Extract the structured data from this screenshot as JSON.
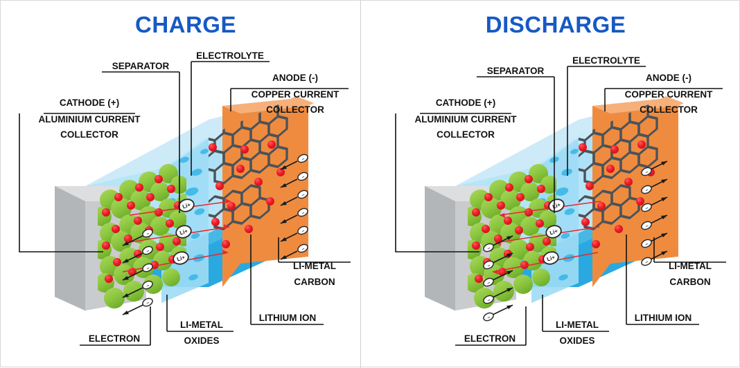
{
  "image": {
    "kind": "lithium-ion-battery-diagram",
    "divider": true,
    "border_color": "#d8d8d8"
  },
  "colors": {
    "title": "#1659c4",
    "label_text": "#111111",
    "aluminium_front": "#c9cbcd",
    "aluminium_top": "#dcdee0",
    "aluminium_side": "#b3b6b9",
    "copper_front": "#ef8b3f",
    "copper_top": "#f7b07a",
    "copper_side": "#e0762c",
    "electrolyte_light": "#bfe6f8",
    "electrolyte_mid": "#7fd2f2",
    "electrolyte_bottom": "#29a9e0",
    "separator_face": "#9edcf5",
    "separator_pore": "#36b6e8",
    "oxide_green": "#8cc63f",
    "oxide_green_dark": "#6fae2a",
    "lithium_red": "#ed1c24",
    "carbon_lattice": "#4b5358",
    "leader": "#111111"
  },
  "panels": [
    {
      "id": "charge",
      "title": "CHARGE",
      "electron_direction": "left",
      "ion_direction": "right",
      "labels": {
        "separator": "SEPARATOR",
        "electrolyte": "ELECTROLYTE",
        "cathode_title": "CATHODE (+)",
        "cathode_sub_line1": "ALUMINIUM CURRENT",
        "cathode_sub_line2": "COLLECTOR",
        "anode_title": "ANODE (-)",
        "anode_sub_line1": "COPPER CURRENT",
        "anode_sub_line2": "COLLECTOR",
        "li_metal_carbon_line1": "LI-METAL",
        "li_metal_carbon_line2": "CARBON",
        "lithium_ion": "LITHIUM ION",
        "li_metal_oxides_line1": "LI-METAL",
        "li_metal_oxides_line2": "OXIDES",
        "electron": "ELECTRON"
      },
      "badges": {
        "ion": "Li+",
        "electron": "–"
      }
    },
    {
      "id": "discharge",
      "title": "DISCHARGE",
      "electron_direction": "right",
      "ion_direction": "left",
      "labels": {
        "separator": "SEPARATOR",
        "electrolyte": "ELECTROLYTE",
        "cathode_title": "CATHODE (+)",
        "cathode_sub_line1": "ALUMINIUM CURRENT",
        "cathode_sub_line2": "COLLECTOR",
        "anode_title": "ANODE (-)",
        "anode_sub_line1": "COPPER CURRENT",
        "anode_sub_line2": "COLLECTOR",
        "li_metal_carbon_line1": "LI-METAL",
        "li_metal_carbon_line2": "CARBON",
        "lithium_ion": "LITHIUM ION",
        "li_metal_oxides_line1": "LI-METAL",
        "li_metal_oxides_line2": "OXIDES",
        "electron": "ELECTRON"
      },
      "badges": {
        "ion": "Li+",
        "electron": "–"
      }
    }
  ]
}
